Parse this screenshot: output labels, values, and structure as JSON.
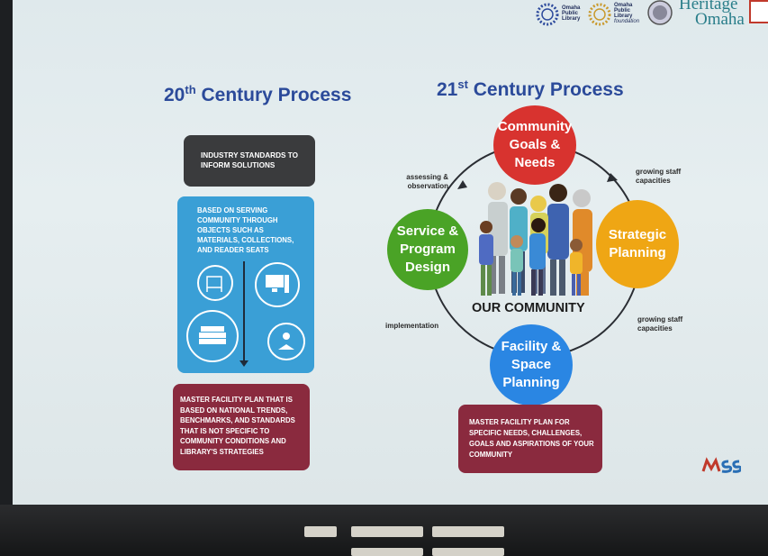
{
  "header_logos": {
    "opl_line1": "Omaha",
    "opl_line2": "Public",
    "opl_line3": "Library",
    "fnd_line1": "Omaha",
    "fnd_line2": "Public",
    "fnd_line3": "Library",
    "fnd_line4": "foundation",
    "heritage_line1": "Heritage",
    "heritage_line2": "Omaha"
  },
  "left": {
    "title_main": "20",
    "title_sup": "th",
    "title_rest": " Century Process",
    "box1": "INDUSTRY STANDARDS TO INFORM SOLUTIONS",
    "box2": "BASED ON SERVING COMMUNITY THROUGH OBJECTS SUCH AS MATERIALS, COLLECTIONS, AND READER SEATS",
    "box3": "MASTER FACILITY PLAN THAT IS BASED ON NATIONAL TRENDS, BENCHMARKS, AND STANDARDS THAT IS NOT SPECIFIC TO COMMUNITY CONDITIONS AND LIBRARY'S STRATEGIES"
  },
  "right": {
    "title_main": "21",
    "title_sup": "st",
    "title_rest": " Century Process",
    "circle_top": "Community\nGoals &\nNeeds",
    "circle_right": "Strategic\nPlanning",
    "circle_bottom": "Facility &\nSpace\nPlanning",
    "circle_left": "Service &\nProgram\nDesign",
    "center_label": "OUR COMMUNITY",
    "arrow_tl": "assessing &\nobservation",
    "arrow_tr": "growing staff\ncapacities",
    "arrow_br": "growing staff\ncapacities",
    "arrow_bl": "implementation",
    "bottom_box": "MASTER FACILITY PLAN FOR SPECIFIC NEEDS, CHALLENGES, GOALS AND ASPIRATIONS OF YOUR COMMUNITY"
  },
  "colors": {
    "title_blue": "#2b4a9a",
    "dark_box": "#3a3b3d",
    "blue_box": "#3a9fd6",
    "maroon_box": "#8a2a3e",
    "red_circle": "#d8332f",
    "orange_circle": "#efa614",
    "blue_circle": "#2a86e3",
    "green_circle": "#4aa326"
  }
}
